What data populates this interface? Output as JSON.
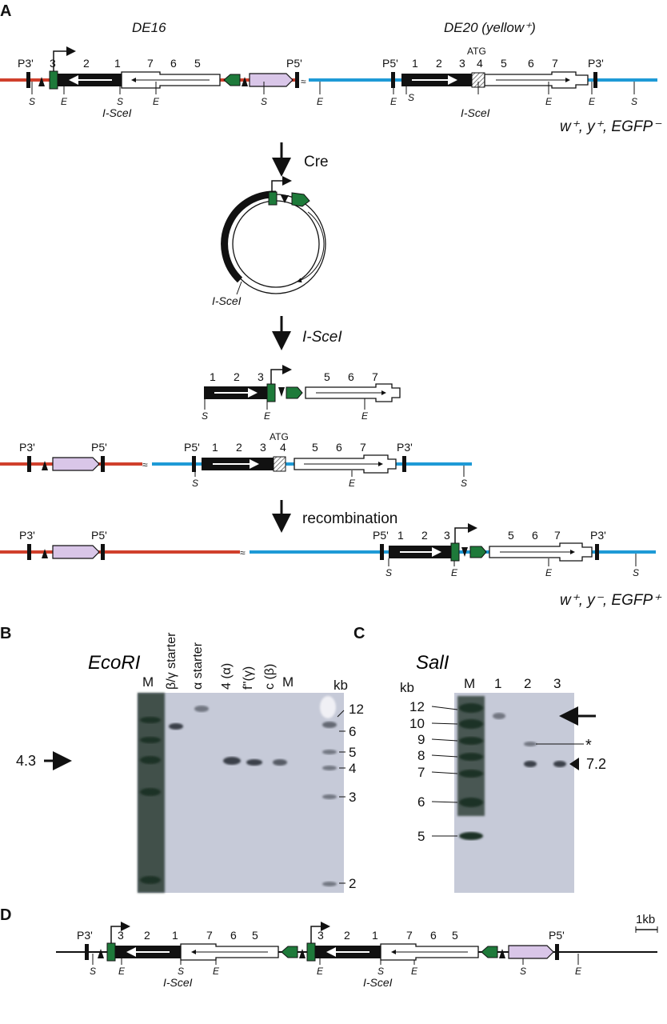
{
  "panel_a": {
    "label": "A",
    "de16": "DE16",
    "de20": "DE20 (yellow⁺)",
    "row1_top": [
      "P3'",
      "3",
      "2",
      "1",
      "7",
      "6",
      "5",
      "P5'",
      "P5'",
      "1",
      "2",
      "3",
      "ATG",
      "4",
      "5",
      "6",
      "7",
      "P3'"
    ],
    "row1_bottom": [
      "S",
      "E",
      "S",
      "I-SceI",
      "E",
      "S",
      "E",
      "E",
      "S",
      "I-SceI",
      "E",
      "E",
      "S"
    ],
    "genotype1": "w⁺, y⁺, EGFP⁻",
    "step1": "Cre",
    "circle_label": "I-SceI",
    "step2": "I-SceI",
    "row2_top": [
      "1",
      "2",
      "3",
      "5",
      "6",
      "7"
    ],
    "row2_bottom": [
      "S",
      "E",
      "E"
    ],
    "row3_top": [
      "P3'",
      "P5'",
      "P5'",
      "1",
      "2",
      "3",
      "ATG",
      "4",
      "5",
      "6",
      "7",
      "P3'"
    ],
    "row3_bottom": [
      "S",
      "E",
      "S"
    ],
    "step3": "recombination",
    "row4_top": [
      "P3'",
      "P5'",
      "P5'",
      "1",
      "2",
      "3",
      "5",
      "6",
      "7",
      "P3'"
    ],
    "row4_bottom": [
      "S",
      "E",
      "E",
      "S"
    ],
    "genotype2": "w⁺, y⁻, EGFP⁺"
  },
  "panel_b": {
    "label": "B",
    "enzyme": "EcoRI",
    "lanes": [
      "M",
      "β/γ starter",
      "α starter",
      "4 (α)",
      "f''(γ)",
      "c (β)",
      "M"
    ],
    "kb_label": "kb",
    "kb_ticks": [
      "12",
      "6",
      "5",
      "4",
      "3",
      "2"
    ],
    "arrow_value": "4.3"
  },
  "panel_c": {
    "label": "C",
    "enzyme": "SalI",
    "lanes": [
      "M",
      "1",
      "2",
      "3"
    ],
    "kb_label": "kb",
    "kb_ticks": [
      "12",
      "10",
      "9",
      "8",
      "7",
      "6",
      "5"
    ],
    "asterisk": "*",
    "arrow_value": "7.2"
  },
  "panel_d": {
    "label": "D",
    "scale": "1kb",
    "top": [
      "P3'",
      "3",
      "2",
      "1",
      "7",
      "6",
      "5",
      "3",
      "2",
      "1",
      "7",
      "6",
      "5",
      "P5'"
    ],
    "bottom": [
      "S",
      "E",
      "S",
      "I-SceI",
      "E",
      "E",
      "S",
      "I-SceI",
      "E",
      "S",
      "E"
    ]
  },
  "colors": {
    "red": "#d0402c",
    "blue": "#1e9ad6",
    "green": "#1e7a3a",
    "lavender": "#d9c6e8"
  }
}
